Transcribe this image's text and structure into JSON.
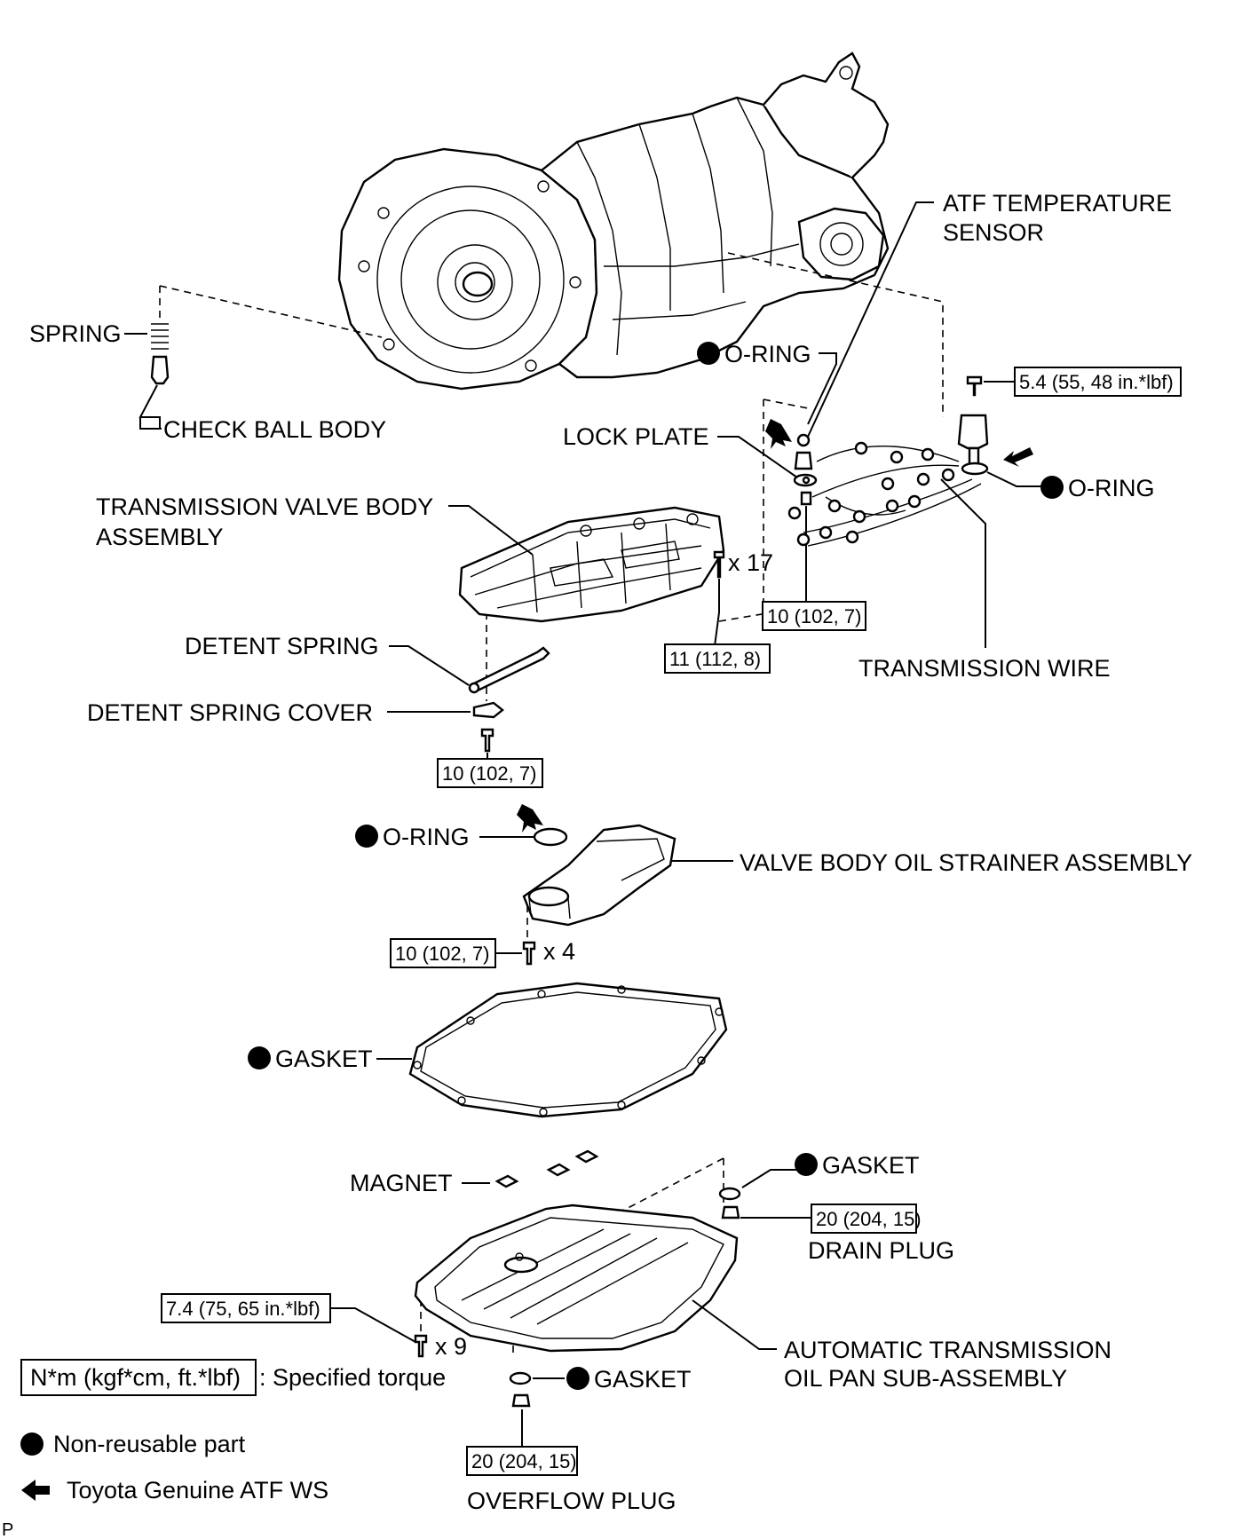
{
  "labels": {
    "atf_temperature_sensor_1": "ATF TEMPERATURE",
    "atf_temperature_sensor_2": "SENSOR",
    "spring": "SPRING",
    "o_ring": "O-RING",
    "check_ball_body": "CHECK BALL BODY",
    "lock_plate": "LOCK PLATE",
    "transmission_valve_body_1": "TRANSMISSION VALVE BODY",
    "transmission_valve_body_2": "ASSEMBLY",
    "detent_spring": "DETENT SPRING",
    "detent_spring_cover": "DETENT SPRING COVER",
    "transmission_wire": "TRANSMISSION WIRE",
    "valve_body_oil_strainer": "VALVE BODY OIL STRAINER ASSEMBLY",
    "gasket": "GASKET",
    "magnet": "MAGNET",
    "drain_plug": "DRAIN PLUG",
    "oil_pan_1": "AUTOMATIC TRANSMISSION",
    "oil_pan_2": "OIL PAN SUB-ASSEMBLY",
    "overflow_plug": "OVERFLOW PLUG"
  },
  "torques": {
    "sensor_bolt": "5.4 (55, 48 in.*lbf)",
    "lock_plate_bolt": "10 (102, 7)",
    "valve_body_bolts": "11 (112, 8)",
    "detent_cover_bolt": "10 (102, 7)",
    "strainer_bolts": "10 (102, 7)",
    "drain_plug": "20 (204, 15)",
    "oil_pan_bolts": "7.4 (75, 65 in.*lbf)",
    "overflow_plug": "20 (204, 15)"
  },
  "quantities": {
    "valve_body_bolts": "x 17",
    "strainer_bolts": "x 4",
    "oil_pan_bolts": "x 9"
  },
  "legend": {
    "torque_unit": "N*m (kgf*cm, ft.*lbf)",
    "torque_desc": ": Specified torque",
    "non_reusable": "Non-reusable part",
    "atf": "Toyota Genuine ATF WS"
  },
  "footer": {
    "page_mark": "P"
  }
}
